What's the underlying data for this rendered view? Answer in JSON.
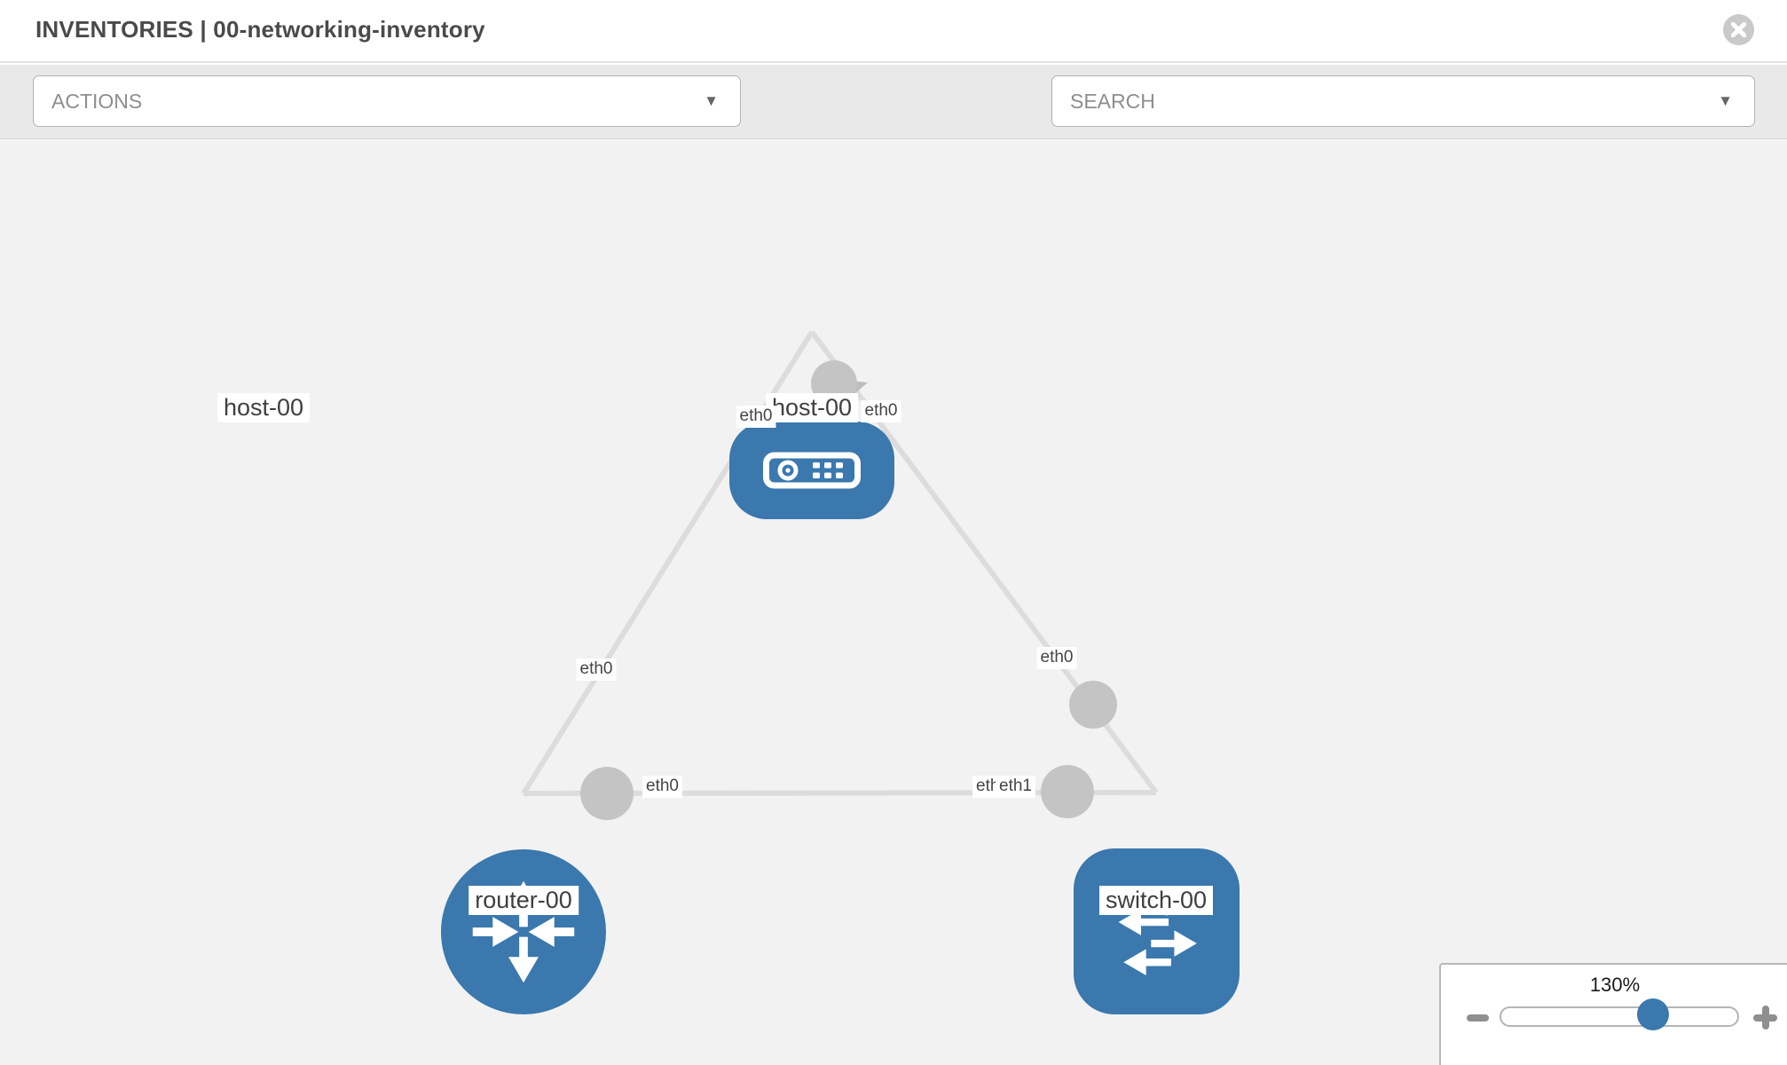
{
  "header": {
    "title": "INVENTORIES | 00-networking-inventory"
  },
  "toolbar": {
    "actions_label": "ACTIONS",
    "search_placeholder": "SEARCH",
    "caret": "▼",
    "icons": [
      "wrench-icon",
      "key-icon"
    ]
  },
  "topology": {
    "nodes": [
      {
        "name": "host-00",
        "type": "host"
      },
      {
        "name": "router-00",
        "type": "router"
      },
      {
        "name": "switch-00",
        "type": "switch"
      }
    ],
    "links": [
      {
        "from": "host-00",
        "from_iface": "eth0",
        "to": "router-00",
        "to_iface": "eth0"
      },
      {
        "from": "host-00",
        "from_iface": "eth0",
        "to": "switch-00",
        "to_iface": "eth0"
      },
      {
        "from": "router-00",
        "from_iface": "eth0",
        "to": "switch-00",
        "to_iface": "eth1"
      }
    ]
  },
  "zoom": {
    "percent_label": "130%",
    "value": 130
  },
  "colors": {
    "accent_blue": "#3a78ae",
    "link_gray": "#dcdcdc",
    "port_gray": "#c4c4c4",
    "canvas_bg": "#f2f2f2"
  }
}
